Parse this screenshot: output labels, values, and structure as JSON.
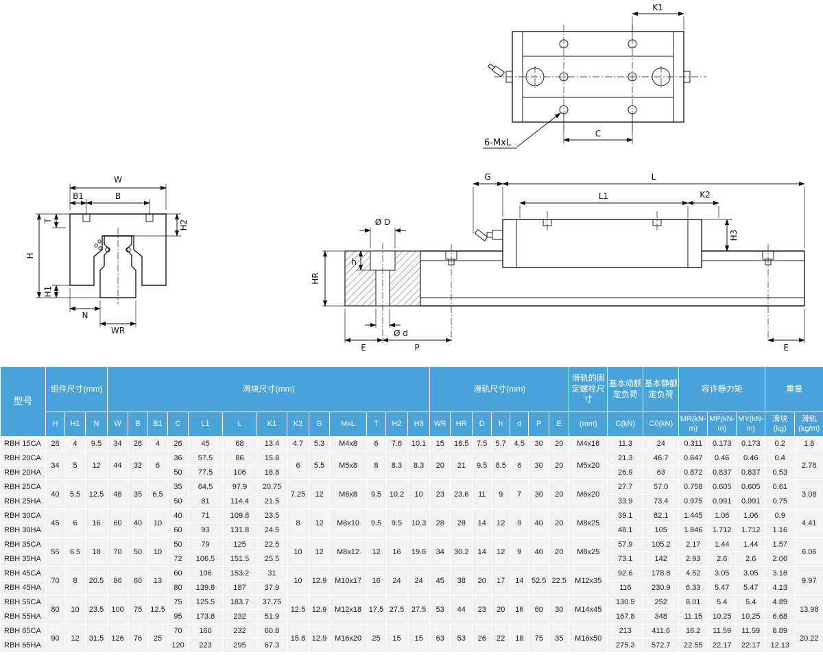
{
  "colors": {
    "header_bg": "#4aa3d8",
    "cell_bg": "#f2f2f2"
  },
  "drawings": {
    "cross_section": {
      "W": "W",
      "B1": "B1",
      "B": "B",
      "T": "T",
      "H2": "H2",
      "H": "H",
      "H1": "H1",
      "N": "N",
      "WR": "WR"
    },
    "top_view": {
      "K1": "K1",
      "bolt_label": "6-MxL",
      "C": "C"
    },
    "side_view": {
      "G": "G",
      "L": "L",
      "L1": "L1",
      "K2": "K2",
      "H3": "H3",
      "HR": "HR",
      "h": "h",
      "OD": "Ø D",
      "Od": "Ø d",
      "E_left": "E",
      "P": "P",
      "E_right": "E"
    }
  },
  "table": {
    "group_headers": [
      {
        "key": "model",
        "label": "型号",
        "rowspan": 2,
        "colspan": 1
      },
      {
        "key": "assembly",
        "label": "组件尺寸(mm)",
        "colspan": 3
      },
      {
        "key": "block",
        "label": "滑块尺寸(mm)",
        "colspan": 13
      },
      {
        "key": "rail",
        "label": "滑轨尺寸(mm)",
        "colspan": 7
      },
      {
        "key": "rail-bolt",
        "label": "滑轨的固定螺栓尺寸",
        "colspan": 1
      },
      {
        "key": "dynamic-load",
        "label": "基本动额定负荷",
        "colspan": 1
      },
      {
        "key": "static-load",
        "label": "基本静额定负荷",
        "colspan": 1
      },
      {
        "key": "static-moment",
        "label": "容许静力矩",
        "colspan": 3
      },
      {
        "key": "weight",
        "label": "重量",
        "colspan": 2
      }
    ],
    "sub_headers": [
      "H",
      "H1",
      "N",
      "W",
      "B",
      "B1",
      "C",
      "L1",
      "L",
      "K1",
      "K2",
      "G",
      "MxL",
      "T",
      "H2",
      "H3",
      "WR",
      "HR",
      "D",
      "h",
      "d",
      "P",
      "E",
      "(mm)",
      "C(kN)",
      "C0(kN)",
      "MR(kN-m)",
      "MP(kN-m)",
      "MY(kN-m)",
      "滑块(kg)",
      "滑轨(kg/m)"
    ],
    "rows": [
      [
        {
          "t": "RBH 15CA"
        },
        {
          "t": "28"
        },
        {
          "t": "4"
        },
        {
          "t": "9.5"
        },
        {
          "t": "34"
        },
        {
          "t": "26"
        },
        {
          "t": "4"
        },
        {
          "t": "26"
        },
        {
          "t": "45"
        },
        {
          "t": "68"
        },
        {
          "t": "13.4"
        },
        {
          "t": "4.7"
        },
        {
          "t": "5.3"
        },
        {
          "t": "M4x8"
        },
        {
          "t": "6"
        },
        {
          "t": "7.6"
        },
        {
          "t": "10.1"
        },
        {
          "t": "15"
        },
        {
          "t": "16.5"
        },
        {
          "t": "7.5"
        },
        {
          "t": "5.7"
        },
        {
          "t": "4.5"
        },
        {
          "t": "30"
        },
        {
          "t": "20"
        },
        {
          "t": "M4x16"
        },
        {
          "t": "11.3"
        },
        {
          "t": "24"
        },
        {
          "t": "0.311"
        },
        {
          "t": "0.173"
        },
        {
          "t": "0.173"
        },
        {
          "t": "0.2"
        },
        {
          "t": "1.8"
        }
      ],
      [
        {
          "t": "RBH 20CA"
        },
        {
          "t": "34",
          "r": 2
        },
        {
          "t": "5",
          "r": 2
        },
        {
          "t": "12",
          "r": 2
        },
        {
          "t": "44",
          "r": 2
        },
        {
          "t": "32",
          "r": 2
        },
        {
          "t": "6",
          "r": 2
        },
        {
          "t": "36"
        },
        {
          "t": "57.5"
        },
        {
          "t": "86"
        },
        {
          "t": "15.8"
        },
        {
          "t": "6",
          "r": 2
        },
        {
          "t": "5.5",
          "r": 2
        },
        {
          "t": "M5x8",
          "r": 2
        },
        {
          "t": "8",
          "r": 2
        },
        {
          "t": "8.3",
          "r": 2
        },
        {
          "t": "8.3",
          "r": 2
        },
        {
          "t": "20",
          "r": 2
        },
        {
          "t": "21",
          "r": 2
        },
        {
          "t": "9.5",
          "r": 2
        },
        {
          "t": "8.5",
          "r": 2
        },
        {
          "t": "6",
          "r": 2
        },
        {
          "t": "30",
          "r": 2
        },
        {
          "t": "20",
          "r": 2
        },
        {
          "t": "M5x20",
          "r": 2
        },
        {
          "t": "21.3"
        },
        {
          "t": "46.7"
        },
        {
          "t": "0.647"
        },
        {
          "t": "0.46"
        },
        {
          "t": "0.46"
        },
        {
          "t": "0.4"
        },
        {
          "t": "2.76",
          "r": 2
        }
      ],
      [
        {
          "t": "RBH 20HA"
        },
        {
          "t": "50"
        },
        {
          "t": "77.5"
        },
        {
          "t": "106"
        },
        {
          "t": "18.8"
        },
        {
          "t": "26.9"
        },
        {
          "t": "63"
        },
        {
          "t": "0.872"
        },
        {
          "t": "0.837"
        },
        {
          "t": "0.837"
        },
        {
          "t": "0.53"
        }
      ],
      [
        {
          "t": "RBH 25CA"
        },
        {
          "t": "40",
          "r": 2
        },
        {
          "t": "5.5",
          "r": 2
        },
        {
          "t": "12.5",
          "r": 2
        },
        {
          "t": "48",
          "r": 2
        },
        {
          "t": "35",
          "r": 2
        },
        {
          "t": "6.5",
          "r": 2
        },
        {
          "t": "35"
        },
        {
          "t": "64.5"
        },
        {
          "t": "97.9"
        },
        {
          "t": "20.75"
        },
        {
          "t": "7.25",
          "r": 2
        },
        {
          "t": "12",
          "r": 2
        },
        {
          "t": "M6x8",
          "r": 2
        },
        {
          "t": "9.5",
          "r": 2
        },
        {
          "t": "10.2",
          "r": 2
        },
        {
          "t": "10",
          "r": 2
        },
        {
          "t": "23",
          "r": 2
        },
        {
          "t": "23.6",
          "r": 2
        },
        {
          "t": "11",
          "r": 2
        },
        {
          "t": "9",
          "r": 2
        },
        {
          "t": "7",
          "r": 2
        },
        {
          "t": "30",
          "r": 2
        },
        {
          "t": "20",
          "r": 2
        },
        {
          "t": "M6x20",
          "r": 2
        },
        {
          "t": "27.7"
        },
        {
          "t": "57.0"
        },
        {
          "t": "0.758"
        },
        {
          "t": "0.605"
        },
        {
          "t": "0.605"
        },
        {
          "t": "0.61"
        },
        {
          "t": "3.08",
          "r": 2
        }
      ],
      [
        {
          "t": "RBH 25HA"
        },
        {
          "t": "50"
        },
        {
          "t": "81"
        },
        {
          "t": "114.4"
        },
        {
          "t": "21.5"
        },
        {
          "t": "33.9"
        },
        {
          "t": "73.4"
        },
        {
          "t": "0.975"
        },
        {
          "t": "0.991"
        },
        {
          "t": "0.991"
        },
        {
          "t": "0.75"
        }
      ],
      [
        {
          "t": "RBH 30CA"
        },
        {
          "t": "45",
          "r": 2
        },
        {
          "t": "6",
          "r": 2
        },
        {
          "t": "16",
          "r": 2
        },
        {
          "t": "60",
          "r": 2
        },
        {
          "t": "40",
          "r": 2
        },
        {
          "t": "10",
          "r": 2
        },
        {
          "t": "40"
        },
        {
          "t": "71"
        },
        {
          "t": "109.8"
        },
        {
          "t": "23.5"
        },
        {
          "t": "8",
          "r": 2
        },
        {
          "t": "12",
          "r": 2
        },
        {
          "t": "M8x10",
          "r": 2
        },
        {
          "t": "9.5",
          "r": 2
        },
        {
          "t": "9.5",
          "r": 2
        },
        {
          "t": "10.3",
          "r": 2
        },
        {
          "t": "28",
          "r": 2
        },
        {
          "t": "28",
          "r": 2
        },
        {
          "t": "14",
          "r": 2
        },
        {
          "t": "12",
          "r": 2
        },
        {
          "t": "9",
          "r": 2
        },
        {
          "t": "40",
          "r": 2
        },
        {
          "t": "20",
          "r": 2
        },
        {
          "t": "M8x25",
          "r": 2
        },
        {
          "t": "39.1"
        },
        {
          "t": "82.1"
        },
        {
          "t": "1.445"
        },
        {
          "t": "1.06"
        },
        {
          "t": "1.06"
        },
        {
          "t": "0.9"
        },
        {
          "t": "4.41",
          "r": 2
        }
      ],
      [
        {
          "t": "RBH 30HA"
        },
        {
          "t": "60"
        },
        {
          "t": "93"
        },
        {
          "t": "131.8"
        },
        {
          "t": "24.5"
        },
        {
          "t": "48.1"
        },
        {
          "t": "105"
        },
        {
          "t": "1.846"
        },
        {
          "t": "1.712"
        },
        {
          "t": "1.712"
        },
        {
          "t": "1.16"
        }
      ],
      [
        {
          "t": "RBH 35CA"
        },
        {
          "t": "55",
          "r": 2
        },
        {
          "t": "6.5",
          "r": 2
        },
        {
          "t": "18",
          "r": 2
        },
        {
          "t": "70",
          "r": 2
        },
        {
          "t": "50",
          "r": 2
        },
        {
          "t": "10",
          "r": 2
        },
        {
          "t": "50"
        },
        {
          "t": "79"
        },
        {
          "t": "125"
        },
        {
          "t": "22.5"
        },
        {
          "t": "10",
          "r": 2
        },
        {
          "t": "12",
          "r": 2
        },
        {
          "t": "M8x12",
          "r": 2
        },
        {
          "t": "12",
          "r": 2
        },
        {
          "t": "16",
          "r": 2
        },
        {
          "t": "19.6",
          "r": 2
        },
        {
          "t": "34",
          "r": 2
        },
        {
          "t": "30.2",
          "r": 2
        },
        {
          "t": "14",
          "r": 2
        },
        {
          "t": "12",
          "r": 2
        },
        {
          "t": "9",
          "r": 2
        },
        {
          "t": "40",
          "r": 2
        },
        {
          "t": "20",
          "r": 2
        },
        {
          "t": "M8x25",
          "r": 2
        },
        {
          "t": "57.9"
        },
        {
          "t": "105.2"
        },
        {
          "t": "2.17"
        },
        {
          "t": "1.44"
        },
        {
          "t": "1.44"
        },
        {
          "t": "1.57"
        },
        {
          "t": "6.06",
          "r": 2
        }
      ],
      [
        {
          "t": "RBH 35HA"
        },
        {
          "t": "72"
        },
        {
          "t": "106.5"
        },
        {
          "t": "151.5"
        },
        {
          "t": "25.5"
        },
        {
          "t": "73.1"
        },
        {
          "t": "142"
        },
        {
          "t": "2.93"
        },
        {
          "t": "2.6"
        },
        {
          "t": "2.6"
        },
        {
          "t": "2.06"
        }
      ],
      [
        {
          "t": "RBH 45CA"
        },
        {
          "t": "70",
          "r": 2
        },
        {
          "t": "8",
          "r": 2
        },
        {
          "t": "20.5",
          "r": 2
        },
        {
          "t": "86",
          "r": 2
        },
        {
          "t": "60",
          "r": 2
        },
        {
          "t": "13",
          "r": 2
        },
        {
          "t": "60"
        },
        {
          "t": "106"
        },
        {
          "t": "153.2"
        },
        {
          "t": "31"
        },
        {
          "t": "10",
          "r": 2
        },
        {
          "t": "12.9",
          "r": 2
        },
        {
          "t": "M10x17",
          "r": 2
        },
        {
          "t": "16",
          "r": 2
        },
        {
          "t": "24",
          "r": 2
        },
        {
          "t": "24",
          "r": 2
        },
        {
          "t": "45",
          "r": 2
        },
        {
          "t": "38",
          "r": 2
        },
        {
          "t": "20",
          "r": 2
        },
        {
          "t": "17",
          "r": 2
        },
        {
          "t": "14",
          "r": 2
        },
        {
          "t": "52.5",
          "r": 2
        },
        {
          "t": "22.5",
          "r": 2
        },
        {
          "t": "M12x35",
          "r": 2
        },
        {
          "t": "92.6"
        },
        {
          "t": "178.8"
        },
        {
          "t": "4.52"
        },
        {
          "t": "3.05"
        },
        {
          "t": "3.05"
        },
        {
          "t": "3.18"
        },
        {
          "t": "9.97",
          "r": 2
        }
      ],
      [
        {
          "t": "RBH 45HA"
        },
        {
          "t": "80"
        },
        {
          "t": "139.8"
        },
        {
          "t": "187"
        },
        {
          "t": "37.9"
        },
        {
          "t": "116"
        },
        {
          "t": "230.9"
        },
        {
          "t": "6.33"
        },
        {
          "t": "5.47"
        },
        {
          "t": "5.47"
        },
        {
          "t": "4.13"
        }
      ],
      [
        {
          "t": "RBH 55CA"
        },
        {
          "t": "80",
          "r": 2
        },
        {
          "t": "10",
          "r": 2
        },
        {
          "t": "23.5",
          "r": 2
        },
        {
          "t": "100",
          "r": 2
        },
        {
          "t": "75",
          "r": 2
        },
        {
          "t": "12.5",
          "r": 2
        },
        {
          "t": "75"
        },
        {
          "t": "125.5"
        },
        {
          "t": "183.7"
        },
        {
          "t": "37.75"
        },
        {
          "t": "12.5",
          "r": 2
        },
        {
          "t": "12.9",
          "r": 2
        },
        {
          "t": "M12x18",
          "r": 2
        },
        {
          "t": "17.5",
          "r": 2
        },
        {
          "t": "27.5",
          "r": 2
        },
        {
          "t": "27.5",
          "r": 2
        },
        {
          "t": "53",
          "r": 2
        },
        {
          "t": "44",
          "r": 2
        },
        {
          "t": "23",
          "r": 2
        },
        {
          "t": "20",
          "r": 2
        },
        {
          "t": "16",
          "r": 2
        },
        {
          "t": "60",
          "r": 2
        },
        {
          "t": "30",
          "r": 2
        },
        {
          "t": "M14x45",
          "r": 2
        },
        {
          "t": "130.5"
        },
        {
          "t": "252"
        },
        {
          "t": "8.01"
        },
        {
          "t": "5.4"
        },
        {
          "t": "5.4"
        },
        {
          "t": "4.89"
        },
        {
          "t": "13.98",
          "r": 2
        }
      ],
      [
        {
          "t": "RBH 55HA"
        },
        {
          "t": "95"
        },
        {
          "t": "173.8"
        },
        {
          "t": "232"
        },
        {
          "t": "51.9"
        },
        {
          "t": "167.8"
        },
        {
          "t": "348"
        },
        {
          "t": "11.15"
        },
        {
          "t": "10.25"
        },
        {
          "t": "10.25"
        },
        {
          "t": "6.68"
        }
      ],
      [
        {
          "t": "RBH 65CA"
        },
        {
          "t": "90",
          "r": 2
        },
        {
          "t": "12",
          "r": 2
        },
        {
          "t": "31.5",
          "r": 2
        },
        {
          "t": "126",
          "r": 2
        },
        {
          "t": "76",
          "r": 2
        },
        {
          "t": "25",
          "r": 2
        },
        {
          "t": "70"
        },
        {
          "t": "160"
        },
        {
          "t": "232"
        },
        {
          "t": "60.8"
        },
        {
          "t": "15.8",
          "r": 2
        },
        {
          "t": "12.9",
          "r": 2
        },
        {
          "t": "M16x20",
          "r": 2
        },
        {
          "t": "25",
          "r": 2
        },
        {
          "t": "15",
          "r": 2
        },
        {
          "t": "15",
          "r": 2
        },
        {
          "t": "63",
          "r": 2
        },
        {
          "t": "53",
          "r": 2
        },
        {
          "t": "26",
          "r": 2
        },
        {
          "t": "22",
          "r": 2
        },
        {
          "t": "18",
          "r": 2
        },
        {
          "t": "75",
          "r": 2
        },
        {
          "t": "35",
          "r": 2
        },
        {
          "t": "M16x50",
          "r": 2
        },
        {
          "t": "213"
        },
        {
          "t": "411.6"
        },
        {
          "t": "16.2"
        },
        {
          "t": "11.59"
        },
        {
          "t": "11.59"
        },
        {
          "t": "8.89"
        },
        {
          "t": "20.22",
          "r": 2
        }
      ],
      [
        {
          "t": "RBH 65HA"
        },
        {
          "t": "120"
        },
        {
          "t": "223"
        },
        {
          "t": "295"
        },
        {
          "t": "67.3"
        },
        {
          "t": "275.3"
        },
        {
          "t": "572.7"
        },
        {
          "t": "22.55"
        },
        {
          "t": "22.17"
        },
        {
          "t": "22.17"
        },
        {
          "t": "12.13"
        }
      ]
    ]
  }
}
